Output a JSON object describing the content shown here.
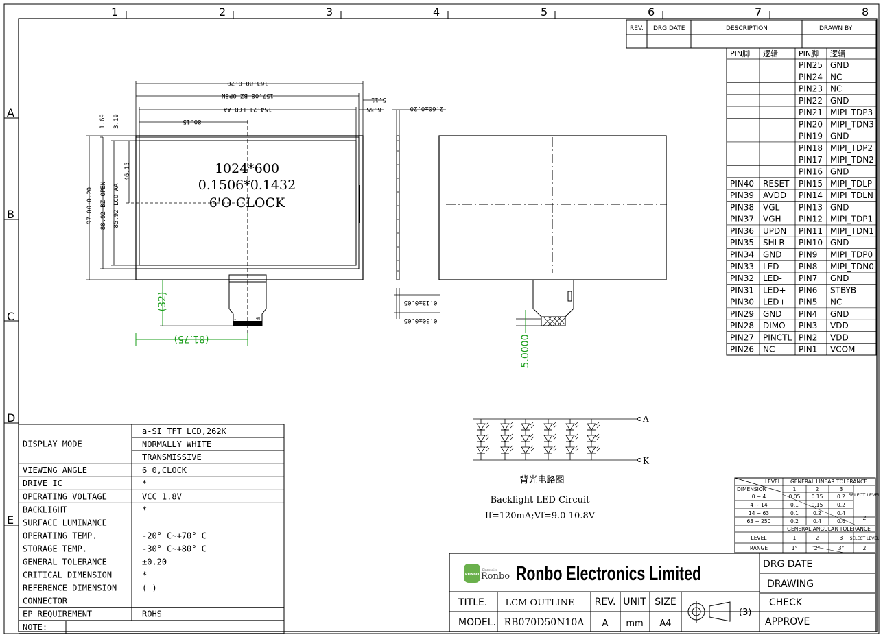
{
  "border": {
    "columns": [
      "1",
      "2",
      "3",
      "4",
      "5",
      "6",
      "7",
      "8"
    ],
    "rows": [
      "A",
      "B",
      "C",
      "D",
      "E"
    ]
  },
  "revision_header": {
    "rev": "REV.",
    "drg_date": "DRG DATE",
    "description": "DESCRIPTION",
    "drawn_by": "DRAWN BY"
  },
  "pin_table": {
    "headers": [
      "PIN脚",
      "逻辑",
      "PIN脚",
      "逻辑"
    ],
    "rows": [
      [
        "",
        "",
        "PIN25",
        "GND"
      ],
      [
        "",
        "",
        "PIN24",
        "NC"
      ],
      [
        "",
        "",
        "PIN23",
        "NC"
      ],
      [
        "",
        "",
        "PIN22",
        "GND"
      ],
      [
        "",
        "",
        "PIN21",
        "MIPI_TDP3"
      ],
      [
        "",
        "",
        "PIN20",
        "MIPI_TDN3"
      ],
      [
        "",
        "",
        "PIN19",
        "GND"
      ],
      [
        "",
        "",
        "PIN18",
        "MIPI_TDP2"
      ],
      [
        "",
        "",
        "PIN17",
        "MIPI_TDN2"
      ],
      [
        "",
        "",
        "PIN16",
        "GND"
      ],
      [
        "PIN40",
        "RESET",
        "PIN15",
        "MIPI_TDLP"
      ],
      [
        "PIN39",
        "AVDD",
        "PIN14",
        "MIPI_TDLN"
      ],
      [
        "PIN38",
        "VGL",
        "PIN13",
        "GND"
      ],
      [
        "PIN37",
        "VGH",
        "PIN12",
        "MIPI_TDP1"
      ],
      [
        "PIN36",
        "UPDN",
        "PIN11",
        "MIPI_TDN1"
      ],
      [
        "PIN35",
        "SHLR",
        "PIN10",
        "GND"
      ],
      [
        "PIN34",
        "GND",
        "PIN9",
        "MIPI_TDP0"
      ],
      [
        "PIN33",
        "LED-",
        "PIN8",
        "MIPI_TDN0"
      ],
      [
        "PIN32",
        "LED-",
        "PIN7",
        "GND"
      ],
      [
        "PIN31",
        "LED+",
        "PIN6",
        "STBYB"
      ],
      [
        "PIN30",
        "LED+",
        "PIN5",
        "NC"
      ],
      [
        "PIN29",
        "GND",
        "PIN4",
        "GND"
      ],
      [
        "PIN28",
        "DIMO",
        "PIN3",
        "VDD"
      ],
      [
        "PIN27",
        "PINCTL",
        "PIN2",
        "VDD"
      ],
      [
        "PIN26",
        "NC",
        "PIN1",
        "VCOM"
      ]
    ]
  },
  "front_view": {
    "resolution": "1024*600",
    "pixel_pitch": "0.1506*0.1432",
    "viewing": "6'O CLOCK",
    "dim_outline_w": "163.80±0.20",
    "dim_bz_open_w": "157.08 BZ OPEN",
    "dim_aa_w": "154.21 LCD AA",
    "dim_center": "80.15",
    "dim_right1": "5.11",
    "dim_right2": "6.55",
    "dim_outline_h": "97.00±0.20",
    "dim_bz_open_h": "88.92 BZ OPEN",
    "dim_aa_h": "85.92 LCD AA",
    "dim_top1": "1.69",
    "dim_top2": "3.19",
    "dim_half_h": "46.15",
    "dim_fpc_h": "(32)",
    "dim_fpc_x": "(81.75)",
    "fpc_pin1": "1",
    "fpc_pin40": "40"
  },
  "side_view": {
    "thickness": "2.60±0.20",
    "fpc_t1": "0.13±0.05",
    "fpc_t2": "0.30±0.05"
  },
  "back_view": {
    "fpc_len": "5.0000"
  },
  "backlight": {
    "anode": "A",
    "cathode": "K",
    "title_cn": "背光电路图",
    "title_en": "Backlight LED Circuit",
    "spec": "If=120mA;Vf=9.0-10.8V"
  },
  "spec_table": [
    [
      "DISPLAY MODE",
      "a-SI TFT LCD,262K"
    ],
    [
      "",
      "NORMALLY WHITE"
    ],
    [
      "",
      "TRANSMISSIVE"
    ],
    [
      "VIEWING ANGLE",
      "6 0,CLOCK"
    ],
    [
      "DRIVE IC",
      "*"
    ],
    [
      "OPERATING VOLTAGE",
      "VCC 1.8V"
    ],
    [
      "BACKLIGHT",
      "*"
    ],
    [
      "SURFACE LUMINANCE",
      ""
    ],
    [
      "OPERATING TEMP.",
      "-20° C~+70° C"
    ],
    [
      "STORAGE TEMP.",
      "-30° C~+80° C"
    ],
    [
      "GENERAL TOLERANCE",
      "±0.20"
    ],
    [
      "CRITICAL DIMENSION",
      "*"
    ],
    [
      "REFERENCE DIMENSION",
      "( )"
    ],
    [
      "CONNECTOR",
      ""
    ],
    [
      "EP REQUIREMENT",
      "ROHS"
    ],
    [
      "NOTE:",
      ""
    ]
  ],
  "tolerance": {
    "level": "LEVEL",
    "dimension": "DIMENSION",
    "linear_title": "GENERAL LINEAR TOLERANCE",
    "levels": [
      "1",
      "2",
      "3"
    ],
    "select_level": "SELECT LEVEL",
    "rows": [
      [
        "0 ~ 4",
        "0.05",
        "0.15",
        "0.2"
      ],
      [
        "4 ~ 14",
        "0.1",
        "0.15",
        "0.2"
      ],
      [
        "14 ~ 63",
        "0.1",
        "0.2",
        "0.4"
      ],
      [
        "63 ~ 250",
        "0.2",
        "0.4",
        "0.6"
      ]
    ],
    "linear_select": "2",
    "angular_title": "GENERAL ANGULAR TOLERANCE",
    "range": "RANGE",
    "angular": [
      "1°",
      "2°",
      "3°"
    ],
    "angular_select": "2"
  },
  "title_block": {
    "logo_small": "RONBO",
    "logo_tiny": "Electronics",
    "logo_name": "Ronbo",
    "company": "Ronbo Electronics Limited",
    "title_label": "TITLE.",
    "title_value": "LCM OUTLINE",
    "model_label": "MODEL.",
    "model_value": "RB070D50N10A",
    "rev_label": "REV.",
    "rev_value": "A",
    "unit_label": "UNIT",
    "unit_value": "mm",
    "size_label": "SIZE",
    "size_value": "A4",
    "projection": "(3)",
    "drg_date": "DRG DATE",
    "drawing": "DRAWING",
    "check": "CHECK",
    "approve": "APPROVE"
  },
  "colors": {
    "dimension": "#1a9e1a",
    "logo": "#6ab04c",
    "line": "#000000"
  }
}
